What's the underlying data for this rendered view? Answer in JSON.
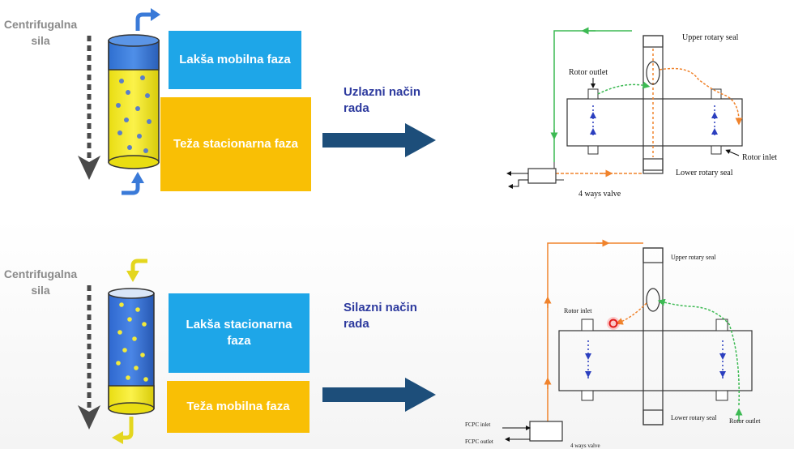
{
  "top": {
    "force_label": "Centrifugalna sila",
    "mobile_box": "Lakša mobilna faza",
    "stationary_box": "Teža stacionarna faza",
    "mode": "Uzlazni način rada",
    "diagram": {
      "upper_seal": "Upper rotary seal",
      "rotor_outlet": "Rotor outlet",
      "rotor_inlet": "Rotor inlet",
      "lower_seal": "Lower rotary seal",
      "valve": "4 ways valve"
    }
  },
  "bottom": {
    "force_label": "Centrifugalna sila",
    "stationary_box": "Lakša stacionarna faza",
    "mobile_box": "Teža mobilna faza",
    "mode": "Silazni način rada",
    "diagram": {
      "upper_seal": "Upper rotary seal",
      "rotor_inlet": "Rotor inlet",
      "lower_seal": "Lower rotary seal",
      "rotor_outlet": "Rotor outlet",
      "fcpc_inlet": "FCPC inlet",
      "fcpc_outlet": "FCPC outlet",
      "valve": "4 ways valve"
    }
  },
  "colors": {
    "blue_box": "#1ea6e8",
    "yellow_box": "#f9bf05",
    "arrow_navy": "#1d4e7a",
    "orange": "#f0832c",
    "green": "#3dba53"
  }
}
